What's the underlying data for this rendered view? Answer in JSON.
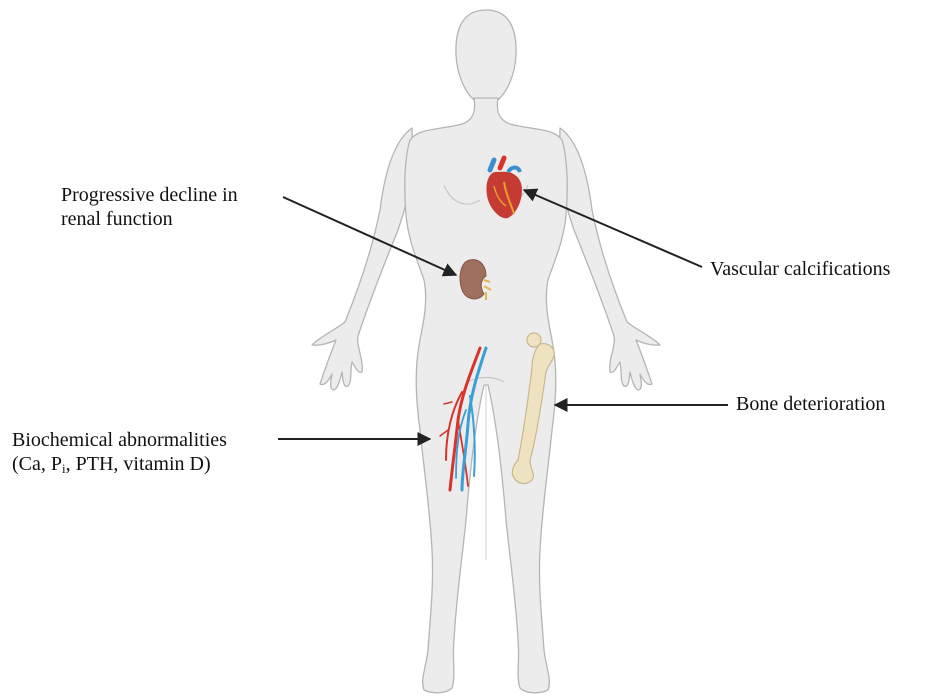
{
  "labels": {
    "renal_line1": "Progressive decline in",
    "renal_line2": "renal function",
    "vascular": "Vascular calcifications",
    "bone": "Bone deterioration",
    "biochem_line1": "Biochemical abnormalities",
    "biochem_line2_pre": "(Ca, P",
    "biochem_line2_sub": "i",
    "biochem_line2_post": ", PTH, vitamin D)"
  },
  "icons": [
    "body-silhouette-icon",
    "heart-icon",
    "kidney-icon",
    "blood-vessels-icon",
    "femur-bone-icon"
  ],
  "colors": {
    "body": "#ececec",
    "body_outline": "#b5b5b5",
    "heart": "#c63a34",
    "kidney": "#a0705f",
    "artery": "#d9342b",
    "vein": "#3aa0d8",
    "bone": "#efe2c0",
    "arrow": "#222222"
  }
}
